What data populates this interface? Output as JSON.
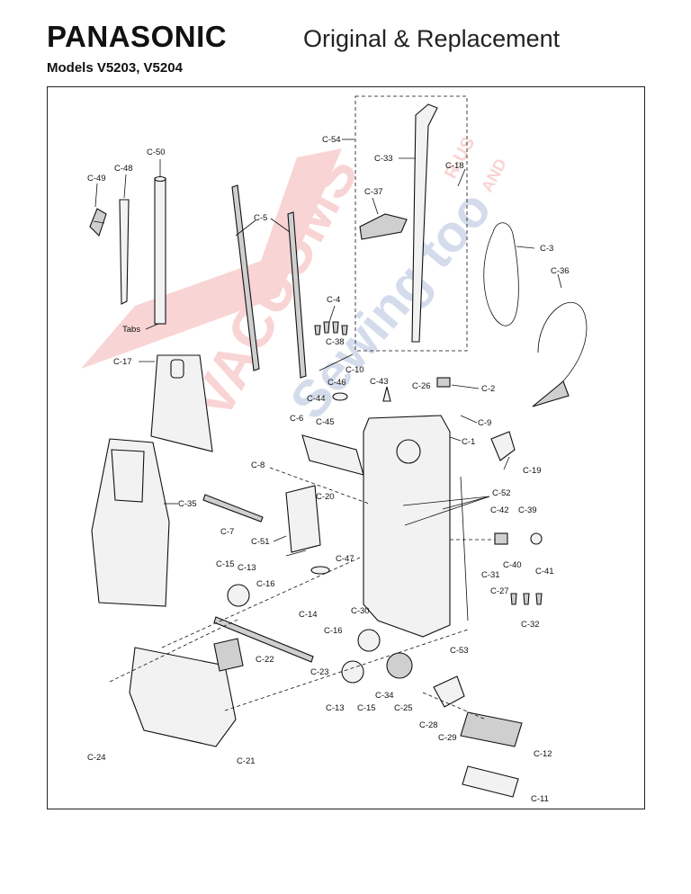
{
  "header": {
    "brand": "PANASONIC",
    "subtitle": "Original & Replacement",
    "models": "Models V5203, V5204"
  },
  "watermark": {
    "text_main": "VACUUMS",
    "text_small": "R-US",
    "text_and": "AND",
    "text_sewing": "Sewing too",
    "color_red": "#e23b3b",
    "color_blue": "#3d5fa8"
  },
  "parts": [
    {
      "id": "C-1",
      "label": "C-1"
    },
    {
      "id": "C-2",
      "label": "C-2"
    },
    {
      "id": "C-3",
      "label": "C-3"
    },
    {
      "id": "C-4",
      "label": "C-4"
    },
    {
      "id": "C-5",
      "label": "C-5"
    },
    {
      "id": "C-6",
      "label": "C-6"
    },
    {
      "id": "C-7",
      "label": "C-7"
    },
    {
      "id": "C-8",
      "label": "C-8"
    },
    {
      "id": "C-9",
      "label": "C-9"
    },
    {
      "id": "C-10",
      "label": "C-10"
    },
    {
      "id": "C-11",
      "label": "C-11"
    },
    {
      "id": "C-12",
      "label": "C-12"
    },
    {
      "id": "C-13a",
      "label": "C-13"
    },
    {
      "id": "C-13b",
      "label": "C-13"
    },
    {
      "id": "C-14",
      "label": "C-14"
    },
    {
      "id": "C-15a",
      "label": "C-15"
    },
    {
      "id": "C-15b",
      "label": "C-15"
    },
    {
      "id": "C-16a",
      "label": "C-16"
    },
    {
      "id": "C-16b",
      "label": "C-16"
    },
    {
      "id": "C-17",
      "label": "C-17"
    },
    {
      "id": "C-18",
      "label": "C-18"
    },
    {
      "id": "C-19",
      "label": "C-19"
    },
    {
      "id": "C-20",
      "label": "C-20"
    },
    {
      "id": "C-21",
      "label": "C-21"
    },
    {
      "id": "C-22",
      "label": "C-22"
    },
    {
      "id": "C-23",
      "label": "C-23"
    },
    {
      "id": "C-24",
      "label": "C-24"
    },
    {
      "id": "C-25",
      "label": "C-25"
    },
    {
      "id": "C-26",
      "label": "C-26"
    },
    {
      "id": "C-27",
      "label": "C-27"
    },
    {
      "id": "C-28",
      "label": "C-28"
    },
    {
      "id": "C-29",
      "label": "C-29"
    },
    {
      "id": "C-30",
      "label": "C-30"
    },
    {
      "id": "C-31",
      "label": "C-31"
    },
    {
      "id": "C-32",
      "label": "C-32"
    },
    {
      "id": "C-33",
      "label": "C-33"
    },
    {
      "id": "C-34",
      "label": "C-34"
    },
    {
      "id": "C-35",
      "label": "C-35"
    },
    {
      "id": "C-36",
      "label": "C-36"
    },
    {
      "id": "C-37",
      "label": "C-37"
    },
    {
      "id": "C-38",
      "label": "C-38"
    },
    {
      "id": "C-39",
      "label": "C-39"
    },
    {
      "id": "C-40",
      "label": "C-40"
    },
    {
      "id": "C-41",
      "label": "C-41"
    },
    {
      "id": "C-42",
      "label": "C-42"
    },
    {
      "id": "C-43",
      "label": "C-43"
    },
    {
      "id": "C-44",
      "label": "C-44"
    },
    {
      "id": "C-45",
      "label": "C-45"
    },
    {
      "id": "C-46",
      "label": "C-46"
    },
    {
      "id": "C-47",
      "label": "C-47"
    },
    {
      "id": "C-48",
      "label": "C-48"
    },
    {
      "id": "C-49",
      "label": "C-49"
    },
    {
      "id": "C-50",
      "label": "C-50"
    },
    {
      "id": "C-51",
      "label": "C-51"
    },
    {
      "id": "C-52",
      "label": "C-52"
    },
    {
      "id": "C-53",
      "label": "C-53"
    },
    {
      "id": "C-54",
      "label": "C-54"
    },
    {
      "id": "tabs",
      "label": "Tabs"
    }
  ]
}
